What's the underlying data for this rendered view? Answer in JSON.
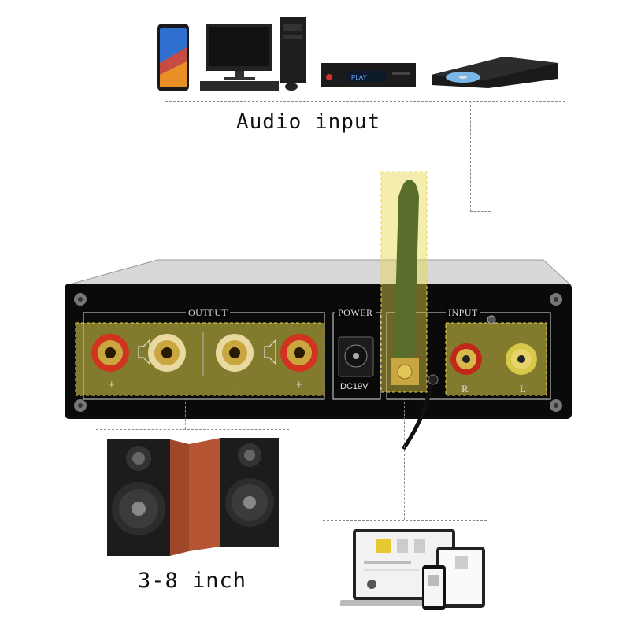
{
  "captions": {
    "audio_input": "Audio input",
    "speakers": "3-8 inch"
  },
  "amp_panel": {
    "output_label": "OUTPUT",
    "power_label": "POWER",
    "power_rating": "DC19V",
    "input_label": "INPUT",
    "output_signs": [
      "+",
      "−",
      "−",
      "+"
    ],
    "input_channels": [
      "R",
      "L"
    ]
  },
  "colors": {
    "highlight": "#e6d84a",
    "panel": "#0a0a0a",
    "antenna": "#556b2f",
    "rca_red": "#c0281a"
  },
  "icons": [
    "smartphone-icon",
    "desktop-computer-icon",
    "dvd-player-icon",
    "blu-ray-player-icon",
    "bookshelf-speakers-icon",
    "laptop-tablet-phone-icon",
    "bluetooth-antenna-icon"
  ]
}
